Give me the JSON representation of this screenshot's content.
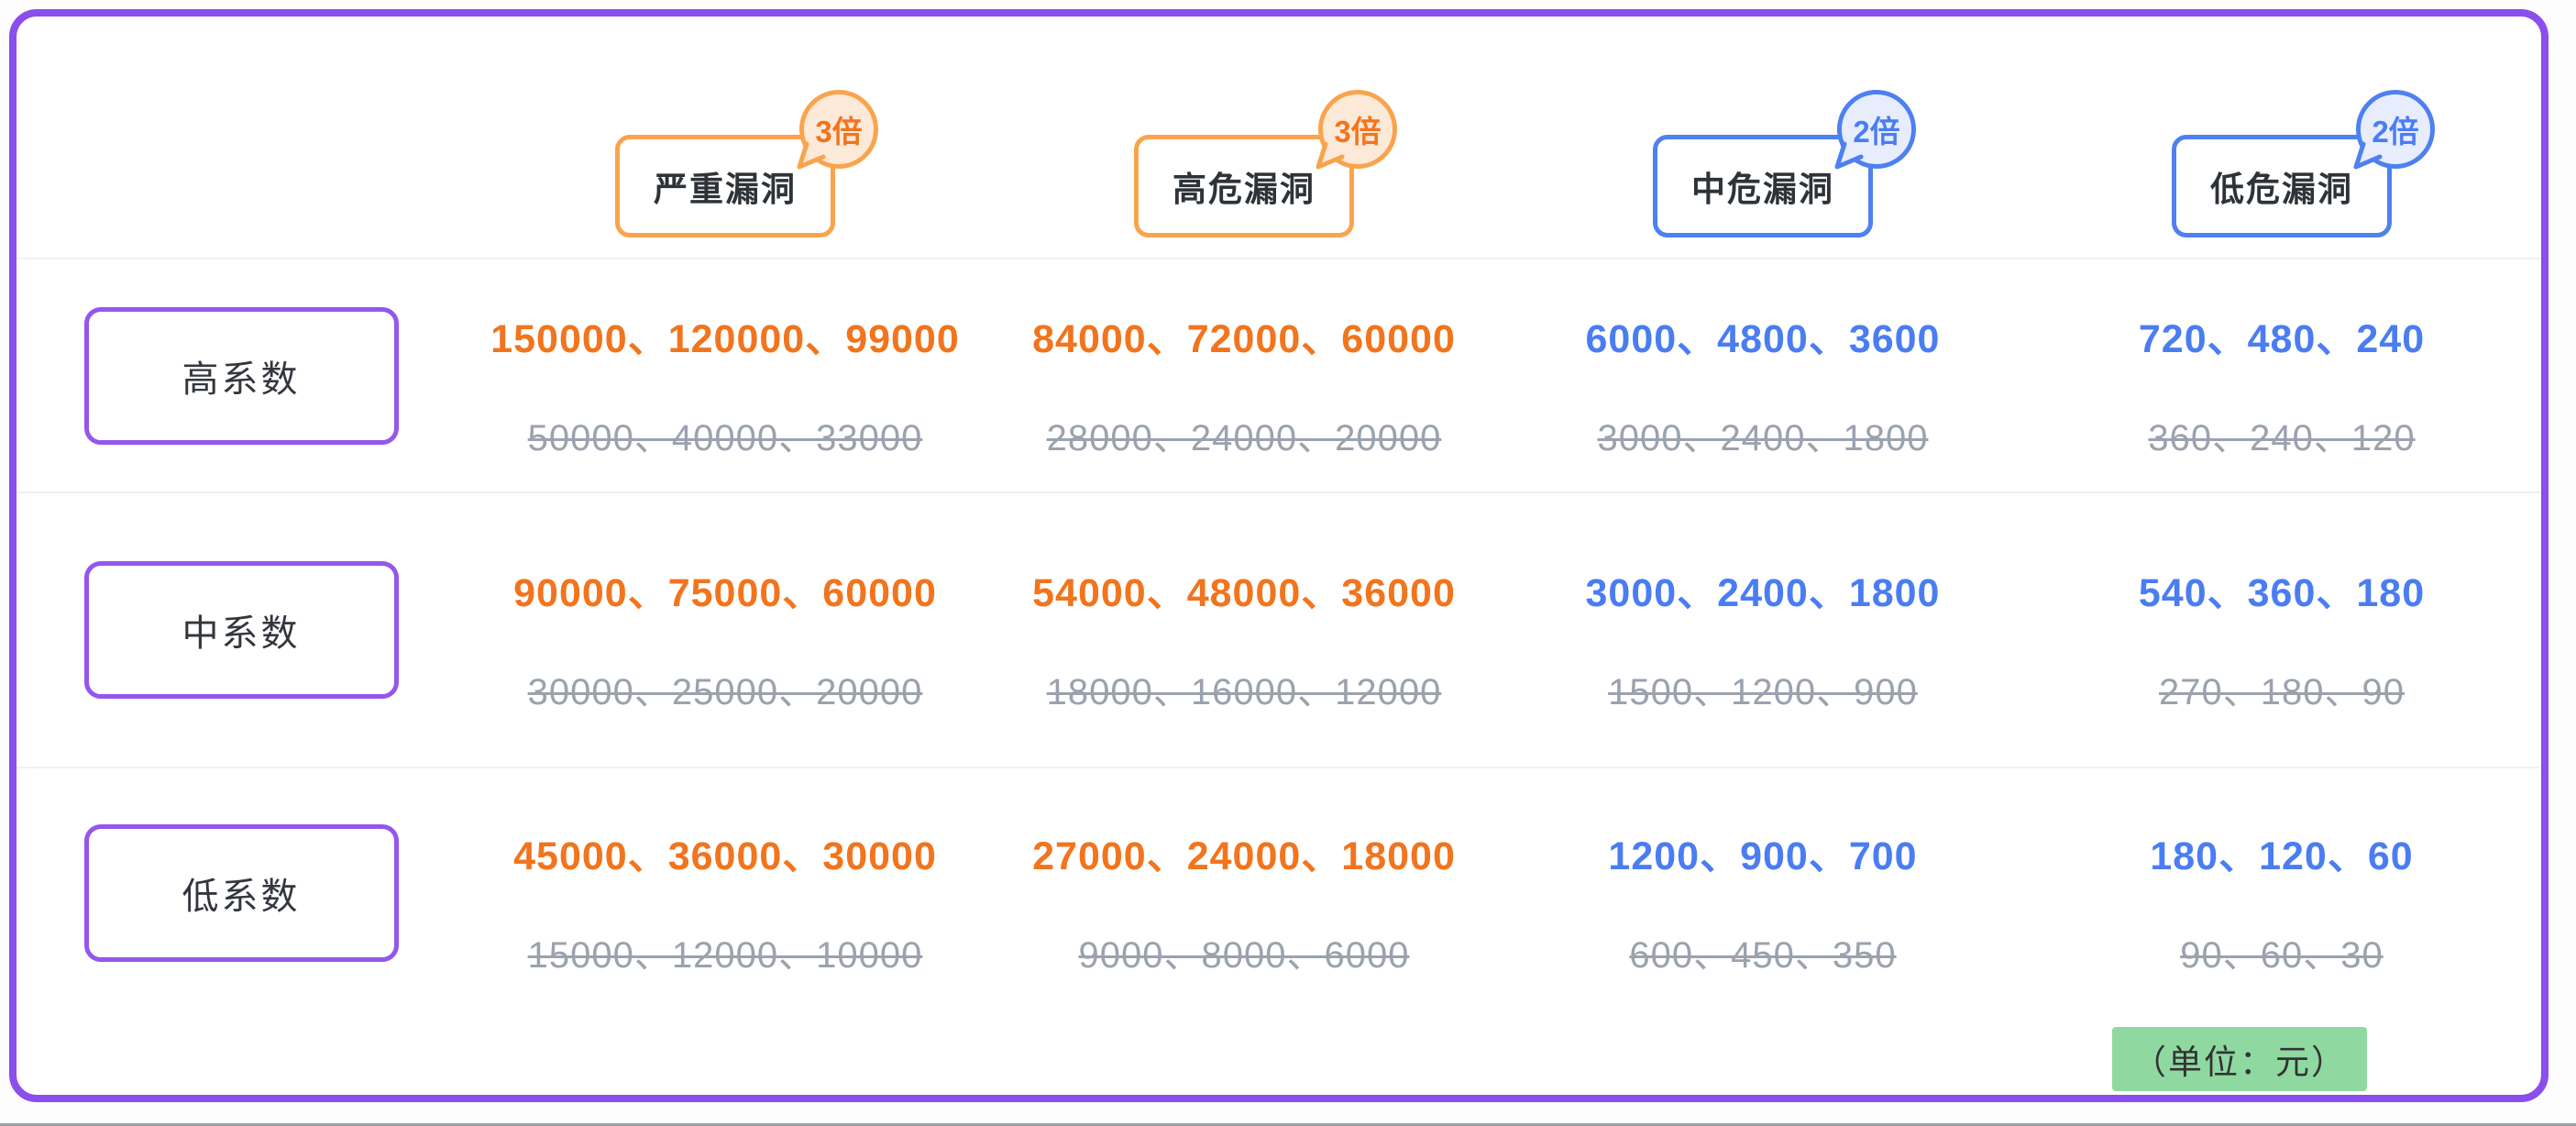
{
  "colors": {
    "orange_text": "#F2741D",
    "orange_border": "#F9A44D",
    "orange_badge_fill": "#FCE9D7",
    "blue_text": "#4A7DF2",
    "blue_border": "#4E80F0",
    "blue_badge_fill": "#E7EDFD",
    "purple_border": "#8B4DEB",
    "strikethrough_gray": "#9AA2AE",
    "note_green_bg": "#8FD9A0",
    "divider": "#F0F0F2",
    "header_text": "#2E3338"
  },
  "columns": [
    {
      "label": "严重漏洞",
      "multiplier": "3倍",
      "theme": "orange"
    },
    {
      "label": "高危漏洞",
      "multiplier": "3倍",
      "theme": "orange"
    },
    {
      "label": "中危漏洞",
      "multiplier": "2倍",
      "theme": "blue"
    },
    {
      "label": "低危漏洞",
      "multiplier": "2倍",
      "theme": "blue"
    }
  ],
  "rows": [
    {
      "label": "高系数",
      "cells": [
        {
          "new": "150000、120000、99000",
          "old": "50000、40000、33000"
        },
        {
          "new": "84000、72000、60000",
          "old": "28000、24000、20000"
        },
        {
          "new": "6000、4800、3600",
          "old": "3000、2400、1800"
        },
        {
          "new": "720、480、240",
          "old": "360、240、120"
        }
      ]
    },
    {
      "label": "中系数",
      "cells": [
        {
          "new": "90000、75000、60000",
          "old": "30000、25000、20000"
        },
        {
          "new": "54000、48000、36000",
          "old": "18000、16000、12000"
        },
        {
          "new": "3000、2400、1800",
          "old": "1500、1200、900"
        },
        {
          "new": "540、360、180",
          "old": "270、180、90"
        }
      ]
    },
    {
      "label": "低系数",
      "cells": [
        {
          "new": "45000、36000、30000",
          "old": "15000、12000、10000"
        },
        {
          "new": "27000、24000、18000",
          "old": "9000、8000、6000"
        },
        {
          "new": "1200、900、700",
          "old": "600、450、350"
        },
        {
          "new": "180、120、60",
          "old": "90、60、30"
        }
      ]
    }
  ],
  "unit_note": "（单位：元）",
  "chart_data": {
    "type": "table",
    "title": "",
    "unit": "元",
    "column_headers": [
      "严重漏洞",
      "高危漏洞",
      "中危漏洞",
      "低危漏洞"
    ],
    "column_multipliers": [
      "3倍",
      "3倍",
      "2倍",
      "2倍"
    ],
    "row_headers": [
      "高系数",
      "中系数",
      "低系数"
    ],
    "new_values": [
      [
        [
          150000,
          120000,
          99000
        ],
        [
          84000,
          72000,
          60000
        ],
        [
          6000,
          4800,
          3600
        ],
        [
          720,
          480,
          240
        ]
      ],
      [
        [
          90000,
          75000,
          60000
        ],
        [
          54000,
          48000,
          36000
        ],
        [
          3000,
          2400,
          1800
        ],
        [
          540,
          360,
          180
        ]
      ],
      [
        [
          45000,
          36000,
          30000
        ],
        [
          27000,
          24000,
          18000
        ],
        [
          1200,
          900,
          700
        ],
        [
          180,
          120,
          60
        ]
      ]
    ],
    "old_values_strikethrough": [
      [
        [
          50000,
          40000,
          33000
        ],
        [
          28000,
          24000,
          20000
        ],
        [
          3000,
          2400,
          1800
        ],
        [
          360,
          240,
          120
        ]
      ],
      [
        [
          30000,
          25000,
          20000
        ],
        [
          18000,
          16000,
          12000
        ],
        [
          1500,
          1200,
          900
        ],
        [
          270,
          180,
          90
        ]
      ],
      [
        [
          15000,
          12000,
          10000
        ],
        [
          9000,
          8000,
          6000
        ],
        [
          600,
          450,
          350
        ],
        [
          90,
          60,
          30
        ]
      ]
    ]
  }
}
